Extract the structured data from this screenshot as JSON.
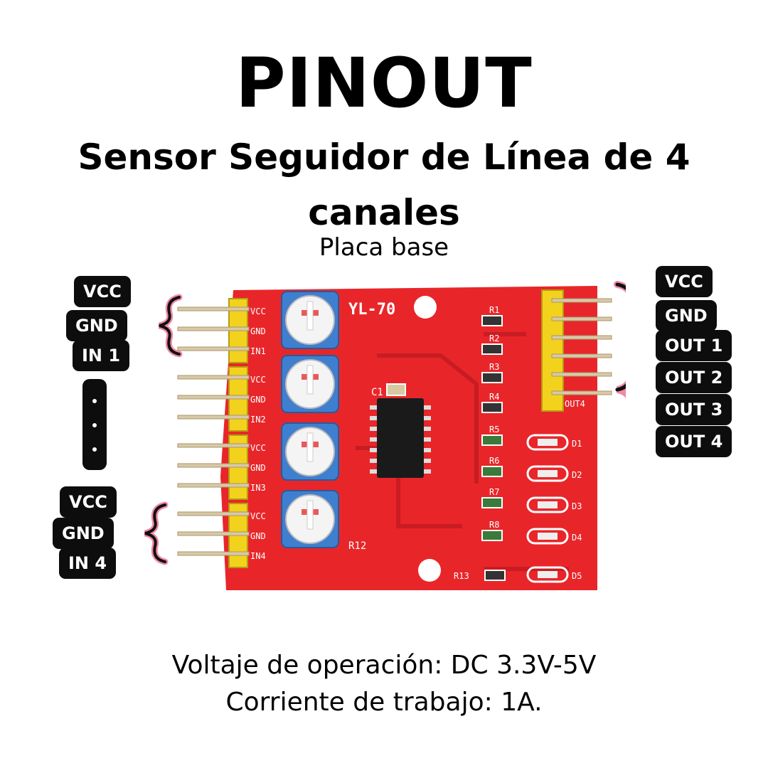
{
  "title": "PINOUT",
  "subtitle_line1": "Sensor Seguidor de Línea de 4",
  "subtitle_line2": "canales",
  "caption": "Placa base",
  "left_labels_top": [
    "VCC",
    "GND",
    "IN 1"
  ],
  "left_labels_bottom": [
    "VCC",
    "GND",
    "IN 4"
  ],
  "right_labels": [
    "VCC",
    "GND",
    "OUT 1",
    "OUT 2",
    "OUT 3",
    "OUT 4"
  ],
  "specs": {
    "voltage": "Voltaje de operación: DC 3.3V-5V",
    "current": "Corriente de trabajo:  1A."
  },
  "board": {
    "model": "YL-70",
    "pin_groups": [
      [
        "VCC",
        "GND",
        "IN1"
      ],
      [
        "VCC",
        "GND",
        "IN2"
      ],
      [
        "VCC",
        "GND",
        "IN3"
      ],
      [
        "VCC",
        "GND",
        "IN4"
      ]
    ],
    "right_header_label": "OUT4",
    "capacitor": "C1",
    "resistors": [
      "R1",
      "R2",
      "R3",
      "R4",
      "R5",
      "R6",
      "R7",
      "R8",
      "R13"
    ],
    "pot_label": "R12",
    "leds": [
      "D1",
      "D2",
      "D3",
      "D4",
      "D5"
    ]
  },
  "colors": {
    "pcb": "#e8262a",
    "header": "#f2d21c",
    "pot_body": "#3f7fd0",
    "bracket_accent": "#f08aa6"
  }
}
